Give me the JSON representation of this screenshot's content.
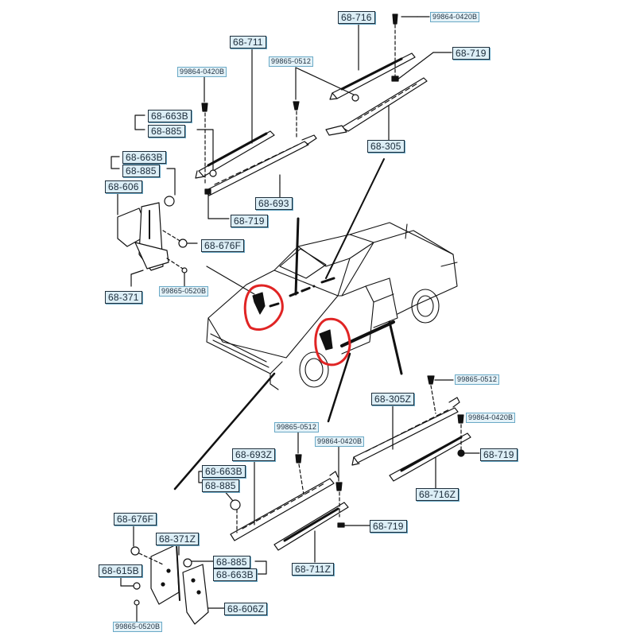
{
  "diagram": {
    "title": "Side step / running board parts diagram",
    "highlight_color": "#e02424",
    "labels": {
      "top_716": "68-716",
      "top_bolt_0420b_right": "99864-0420B",
      "top_719_right": "68-719",
      "top_711": "68-711",
      "top_clip_0512": "99865-0512",
      "top_bolt_0420b_left": "99864-0420B",
      "top_663b_a": "68-663B",
      "top_885_a": "68-885",
      "top_663b_b": "68-663B",
      "top_885_b": "68-885",
      "top_606": "68-606",
      "top_305": "68-305",
      "top_693": "68-693",
      "top_719_left": "68-719",
      "top_676f": "68-676F",
      "top_371": "68-371",
      "top_0520b": "99865-0520B",
      "bot_clip_0512_right": "99865-0512",
      "bot_305z": "68-305Z",
      "bot_bolt_0420b_right": "99864-0420B",
      "bot_719_right": "68-719",
      "bot_716z": "68-716Z",
      "bot_clip_0512_left": "99865-0512",
      "bot_bolt_0420b_left": "99864-0420B",
      "bot_693z": "68-693Z",
      "bot_663b_a": "68-663B",
      "bot_885_a": "68-885",
      "bot_719_center": "68-719",
      "bot_711z": "68-711Z",
      "bot_676f": "68-676F",
      "bot_371z": "68-371Z",
      "bot_885_b": "68-885",
      "bot_663b_b": "68-663B",
      "bot_615b": "68-615B",
      "bot_606z": "68-606Z",
      "bot_0520b": "99865-0520B"
    }
  }
}
